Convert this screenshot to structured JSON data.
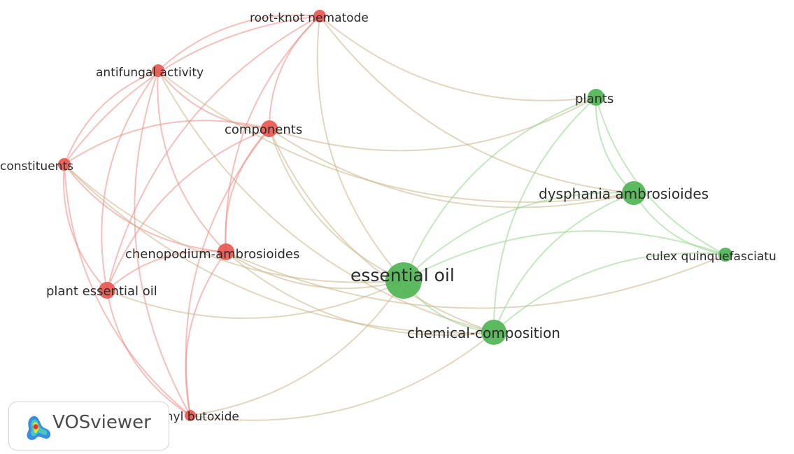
{
  "app": {
    "name": "VOSviewer"
  },
  "colors": {
    "cluster_red": "#e8584f",
    "cluster_green": "#4fb453",
    "edge_red": "#ee8a82",
    "edge_green": "#93d38d",
    "edge_mixed": "#c9b68a",
    "label": "#2b2b2b"
  },
  "network": {
    "nodes": [
      {
        "id": "root-knot",
        "label": "root-knot nematode",
        "cluster": 1
      },
      {
        "id": "antifungal",
        "label": "antifungal activity",
        "cluster": 1
      },
      {
        "id": "components",
        "label": "components",
        "cluster": 1
      },
      {
        "id": "constituents",
        "label": "constituents",
        "cluster": 1
      },
      {
        "id": "chenopodium",
        "label": "chenopodium-ambrosioides",
        "cluster": 1
      },
      {
        "id": "plant-eo",
        "label": "plant essential oil",
        "cluster": 1
      },
      {
        "id": "piperonyl",
        "label": "piperonyl butoxide",
        "cluster": 1
      },
      {
        "id": "plants",
        "label": "plants",
        "cluster": 2
      },
      {
        "id": "dysphania",
        "label": "dysphania ambrosioides",
        "cluster": 2
      },
      {
        "id": "culex",
        "label": "culex quinquefasciatu",
        "cluster": 2
      },
      {
        "id": "essential-oil",
        "label": "essential oil",
        "cluster": 2
      },
      {
        "id": "chem-comp",
        "label": "chemical-composition",
        "cluster": 2
      }
    ],
    "links": [
      [
        "root-knot",
        "antifungal"
      ],
      [
        "root-knot",
        "components"
      ],
      [
        "root-knot",
        "constituents"
      ],
      [
        "root-knot",
        "chenopodium"
      ],
      [
        "root-knot",
        "plant-eo"
      ],
      [
        "root-knot",
        "plants"
      ],
      [
        "root-knot",
        "dysphania"
      ],
      [
        "root-knot",
        "essential-oil"
      ],
      [
        "antifungal",
        "components"
      ],
      [
        "antifungal",
        "constituents"
      ],
      [
        "antifungal",
        "chenopodium"
      ],
      [
        "antifungal",
        "plant-eo"
      ],
      [
        "antifungal",
        "piperonyl"
      ],
      [
        "antifungal",
        "dysphania"
      ],
      [
        "antifungal",
        "chem-comp"
      ],
      [
        "components",
        "constituents"
      ],
      [
        "components",
        "chenopodium"
      ],
      [
        "components",
        "plant-eo"
      ],
      [
        "components",
        "piperonyl"
      ],
      [
        "components",
        "plants"
      ],
      [
        "components",
        "dysphania"
      ],
      [
        "components",
        "essential-oil"
      ],
      [
        "components",
        "chem-comp"
      ],
      [
        "constituents",
        "chenopodium"
      ],
      [
        "constituents",
        "plant-eo"
      ],
      [
        "constituents",
        "piperonyl"
      ],
      [
        "constituents",
        "essential-oil"
      ],
      [
        "constituents",
        "chem-comp"
      ],
      [
        "chenopodium",
        "plant-eo"
      ],
      [
        "chenopodium",
        "piperonyl"
      ],
      [
        "chenopodium",
        "essential-oil"
      ],
      [
        "chenopodium",
        "chem-comp"
      ],
      [
        "chenopodium",
        "culex"
      ],
      [
        "plant-eo",
        "piperonyl"
      ],
      [
        "plant-eo",
        "essential-oil"
      ],
      [
        "piperonyl",
        "essential-oil"
      ],
      [
        "piperonyl",
        "chem-comp"
      ],
      [
        "plants",
        "dysphania"
      ],
      [
        "plants",
        "essential-oil"
      ],
      [
        "plants",
        "chem-comp"
      ],
      [
        "plants",
        "culex"
      ],
      [
        "dysphania",
        "culex"
      ],
      [
        "dysphania",
        "essential-oil"
      ],
      [
        "dysphania",
        "chem-comp"
      ],
      [
        "culex",
        "essential-oil"
      ],
      [
        "culex",
        "chem-comp"
      ],
      [
        "essential-oil",
        "chem-comp"
      ]
    ]
  }
}
